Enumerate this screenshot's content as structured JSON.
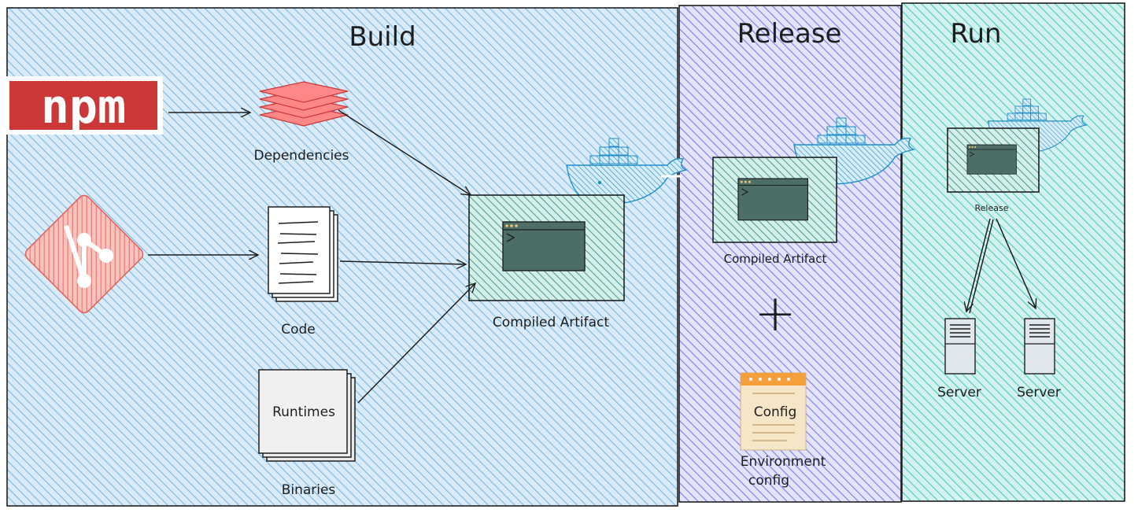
{
  "sections": {
    "build": {
      "title": "Build",
      "fill": "#74b9e8",
      "stroke": "#1e1e1e"
    },
    "release": {
      "title": "Release",
      "fill": "#7b7ce8",
      "stroke": "#1e1e1e"
    },
    "run": {
      "title": "Run",
      "fill": "#4cc9c0",
      "stroke": "#1e1e1e"
    }
  },
  "build": {
    "npm_logo": "npm",
    "dependencies_label": "Dependencies",
    "code_label": "Code",
    "runtimes_text": "Runtimes",
    "binaries_label": "Binaries",
    "artifact_label": "Compiled Artifact"
  },
  "release": {
    "artifact_label": "Compiled Artifact",
    "plus": "+",
    "config_text": "Config",
    "env_label_line1": "Environment",
    "env_label_line2": "config"
  },
  "run": {
    "release_label": "Release",
    "server1_label": "Server",
    "server2_label": "Server"
  },
  "colors": {
    "npm_red": "#cb3837",
    "git_red": "#e0665c",
    "layers_red": "#ff8787",
    "docker_blue": "#1d8fc9",
    "artifact_green": "#2f7f73",
    "window_dark": "#4d6e67",
    "config_orange": "#f59f3a",
    "config_paper": "#f6e6c8"
  },
  "icons": [
    "npm-logo",
    "layers-icon",
    "git-icon",
    "document-icon",
    "binaries-icon",
    "docker-whale-icon",
    "terminal-window-icon",
    "config-scroll-icon",
    "server-icon"
  ]
}
